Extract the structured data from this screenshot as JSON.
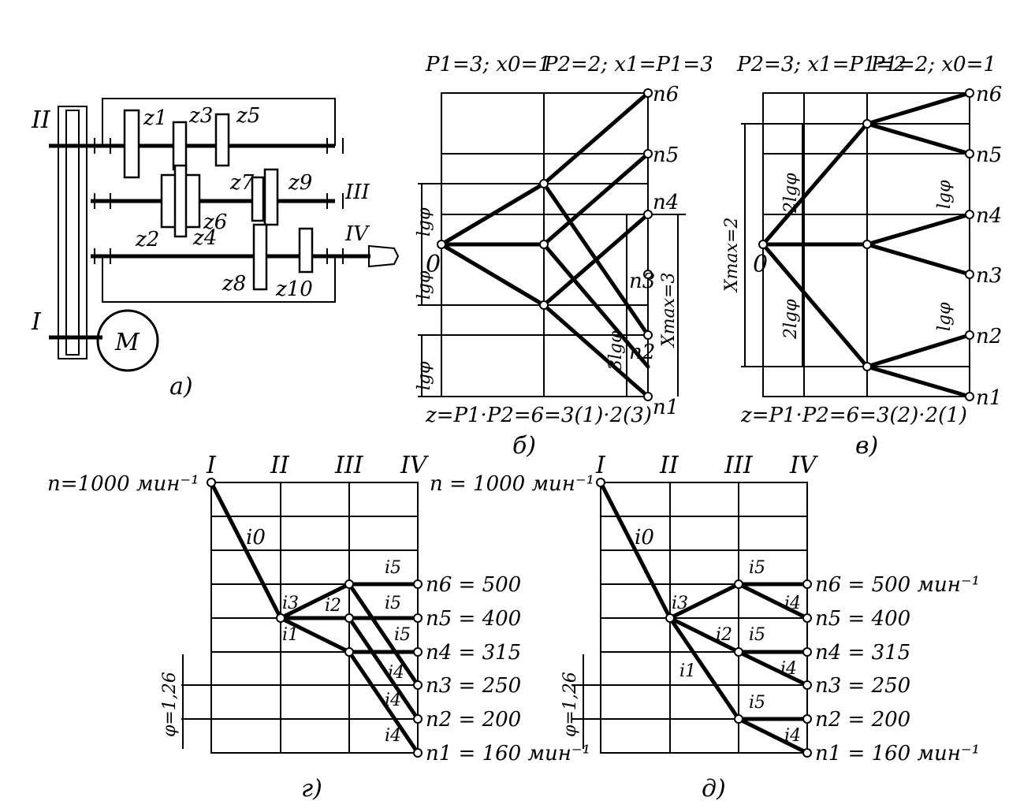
{
  "panel_a": {
    "caption": "a)",
    "shafts": [
      "II",
      "I",
      "III",
      "IV"
    ],
    "gears": [
      "z1",
      "z2",
      "z3",
      "z4",
      "z5",
      "z6",
      "z7",
      "z8",
      "z9",
      "z10"
    ],
    "motor": "M"
  },
  "panel_b": {
    "caption": "б)",
    "header_left": "P1=3; x0=1",
    "header_right": "P2=2; x1=P1=3",
    "origin": "0",
    "nodes": [
      "n1",
      "n2",
      "n3",
      "n4",
      "n5",
      "n6"
    ],
    "labels": [
      "lgφ",
      "lgφ",
      "lgφ",
      "3lgφ"
    ],
    "xmax": "Xmax=3",
    "formula": "z=P1·P2=6=3(1)·2(3)"
  },
  "panel_v": {
    "caption": "в)",
    "header_left": "P2=3; x1=P1=2",
    "header_right": "P1=2; x0=1",
    "origin": "0",
    "nodes": [
      "n1",
      "n2",
      "n3",
      "n4",
      "n5",
      "n6"
    ],
    "labels": [
      "2lgφ",
      "2lgφ",
      "lgφ",
      "lgφ"
    ],
    "xmax": "Xmax=2",
    "formula": "z=P1·P2=6=3(2)·2(1)"
  },
  "panel_g": {
    "caption": "г)",
    "shafts": [
      "I",
      "II",
      "III",
      "IV"
    ],
    "input_speed": "n=1000 мин⁻¹",
    "phi": "φ=1,26",
    "ratios": [
      "i0",
      "i3",
      "i1",
      "i2",
      "i5",
      "i5",
      "i5",
      "i4",
      "i4",
      "i4"
    ],
    "outputs": [
      "n6 = 500",
      "n5 = 400",
      "n4 = 315",
      "n3 = 250",
      "n2 = 200",
      "n1 = 160 мин⁻¹"
    ]
  },
  "panel_d": {
    "caption": "д)",
    "shafts": [
      "I",
      "II",
      "III",
      "IV"
    ],
    "input_speed": "n = 1000 мин⁻¹",
    "phi": "φ=1,26",
    "ratios": [
      "i0",
      "i3",
      "i1",
      "i2",
      "i5",
      "i5",
      "i5",
      "i4",
      "i4",
      "i4"
    ],
    "outputs": [
      "n6 = 500 мин⁻¹",
      "n5 = 400",
      "n4 = 315",
      "n3 = 250",
      "n2 = 200",
      "n1 = 160 мин⁻¹"
    ]
  }
}
